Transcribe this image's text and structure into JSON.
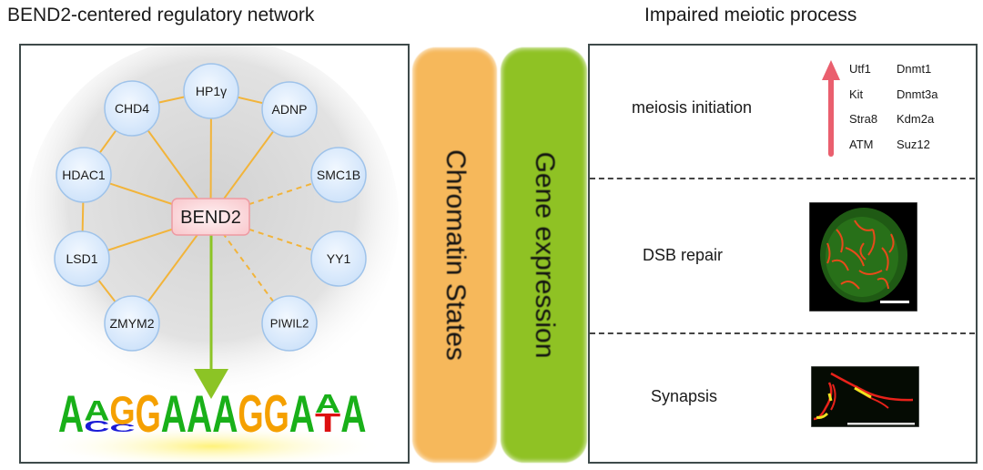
{
  "left_panel": {
    "title": "BEND2-centered regulatory network",
    "hub": {
      "label": "BEND2"
    },
    "nodes": [
      {
        "id": "hp1g",
        "label": "HP1γ",
        "edge": "solid"
      },
      {
        "id": "chd4",
        "label": "CHD4",
        "edge": "solid"
      },
      {
        "id": "adnp",
        "label": "ADNP",
        "edge": "solid"
      },
      {
        "id": "hdac1",
        "label": "HDAC1",
        "edge": "solid"
      },
      {
        "id": "smc1b",
        "label": "SMC1B",
        "edge": "dashed"
      },
      {
        "id": "lsd1",
        "label": "LSD1",
        "edge": "solid"
      },
      {
        "id": "yy1",
        "label": "YY1",
        "edge": "dashed"
      },
      {
        "id": "zmym2",
        "label": "ZMYM2",
        "edge": "solid"
      },
      {
        "id": "piwil2",
        "label": "PIWIL2",
        "edge": "dashed"
      }
    ],
    "motif": {
      "sequence": "AAGGAAAGGAAA",
      "columns": [
        [
          {
            "base": "A",
            "share": 1.0
          }
        ],
        [
          {
            "base": "A",
            "share": 0.55
          },
          {
            "base": "C",
            "share": 0.3
          }
        ],
        [
          {
            "base": "G",
            "share": 0.75
          },
          {
            "base": "C",
            "share": 0.2
          }
        ],
        [
          {
            "base": "G",
            "share": 1.0
          }
        ],
        [
          {
            "base": "A",
            "share": 1.0
          }
        ],
        [
          {
            "base": "A",
            "share": 1.0
          }
        ],
        [
          {
            "base": "A",
            "share": 1.0
          }
        ],
        [
          {
            "base": "G",
            "share": 1.0
          }
        ],
        [
          {
            "base": "G",
            "share": 1.0
          }
        ],
        [
          {
            "base": "A",
            "share": 1.0
          }
        ],
        [
          {
            "base": "A",
            "share": 0.5
          },
          {
            "base": "T",
            "share": 0.5
          }
        ],
        [
          {
            "base": "A",
            "share": 1.0
          }
        ]
      ],
      "colors": {
        "A": "#19b019",
        "C": "#1a1ad6",
        "G": "#f5a000",
        "T": "#dd1010"
      }
    },
    "colors": {
      "edge": "#f2b43a",
      "arrow": "#8cc425",
      "node_fill": "#d6e8fb",
      "node_stroke": "#9fc3ea",
      "hub_fill": "#fbd3d6",
      "hub_stroke": "#ee9aa2"
    }
  },
  "middle": {
    "bars": [
      {
        "label": "Chromatin States",
        "color": "#f6b85b"
      },
      {
        "label": "Gene expression",
        "color": "#8fc224"
      }
    ]
  },
  "right_panel": {
    "title": "Impaired meiotic process",
    "sections": [
      {
        "label": "meiosis initiation"
      },
      {
        "label": "DSB repair",
        "image": "immunofluorescence-nucleus"
      },
      {
        "label": "Synapsis",
        "image": "immunofluorescence-chromosome-axes"
      }
    ],
    "upregulated_genes": {
      "arrow_color": "#ea5f6e",
      "rows": [
        [
          "Utf1",
          "Dnmt1"
        ],
        [
          "Kit",
          "Dnmt3a"
        ],
        [
          "Stra8",
          "Kdm2a"
        ],
        [
          "ATM",
          "Suz12"
        ]
      ]
    }
  }
}
